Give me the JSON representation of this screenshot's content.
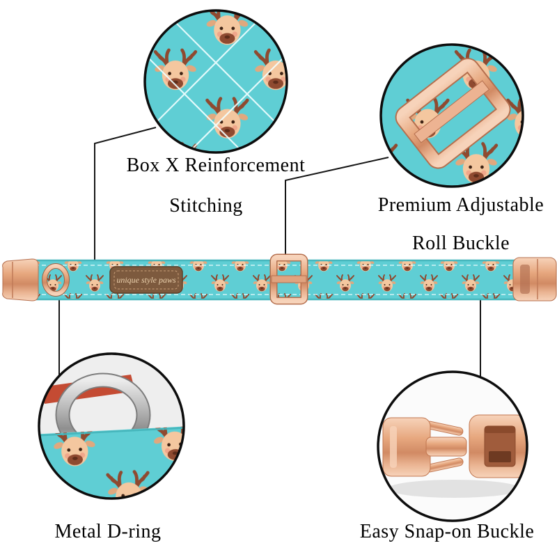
{
  "callouts": {
    "stitching": {
      "line1": "Box X Reinforcement",
      "line2": "Stitching"
    },
    "buckle_adjust": {
      "line1": "Premium Adjustable",
      "line2": "Roll Buckle"
    },
    "dring": {
      "label": "Metal D-ring"
    },
    "snap": {
      "label": "Easy Snap-on Buckle"
    }
  },
  "collar": {
    "brand_tag": "unique style paws"
  },
  "colors": {
    "fabric_teal": "#5fced4",
    "rose_gold": "#e2a27f",
    "antler_brown": "#8f4a30",
    "deer_face_tan": "#f4c79f",
    "callout_ring": "#0d0d0d",
    "leader_line": "#151515",
    "silver_metal": "#bfbfbf",
    "background": "#ffffff"
  }
}
